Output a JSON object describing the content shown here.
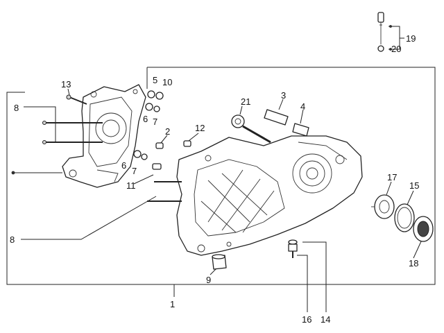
{
  "diagram": {
    "callouts": [
      "1",
      "2",
      "3",
      "4",
      "5",
      "6",
      "7",
      "8",
      "9",
      "10",
      "11",
      "12",
      "13",
      "14",
      "15",
      "16",
      "17",
      "18",
      "19",
      "20",
      "21"
    ],
    "duplicate_callouts": {
      "left_6": "6",
      "left_7": "7",
      "left_8": "8"
    }
  }
}
